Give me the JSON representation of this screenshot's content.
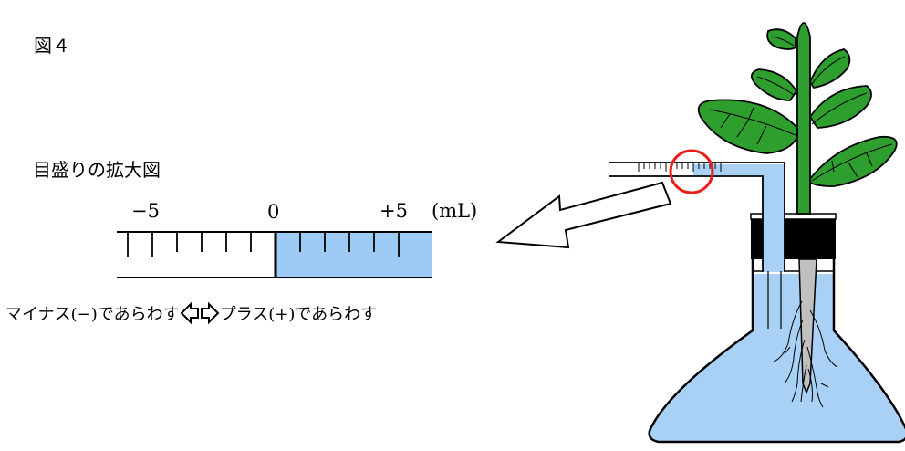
{
  "figure": {
    "title": "図４",
    "zoom_title": "目盛りの拡大図"
  },
  "scale": {
    "minus_label": "−5",
    "zero_label": "0",
    "plus_label": "+5",
    "unit_label": "(mL)",
    "water_color": "#9ecbf5"
  },
  "legend": {
    "minus_text": "マイナス(−)であらわす",
    "plus_text": "プラス(+)であらわす",
    "left_arrow_icon": "arrow-left-outline-icon",
    "right_arrow_icon": "arrow-right-outline-icon"
  },
  "apparatus": {
    "flask_water_color": "#a9d0f5",
    "leaf_color": "#2e9e2e",
    "highlight_color": "#e8201c"
  }
}
